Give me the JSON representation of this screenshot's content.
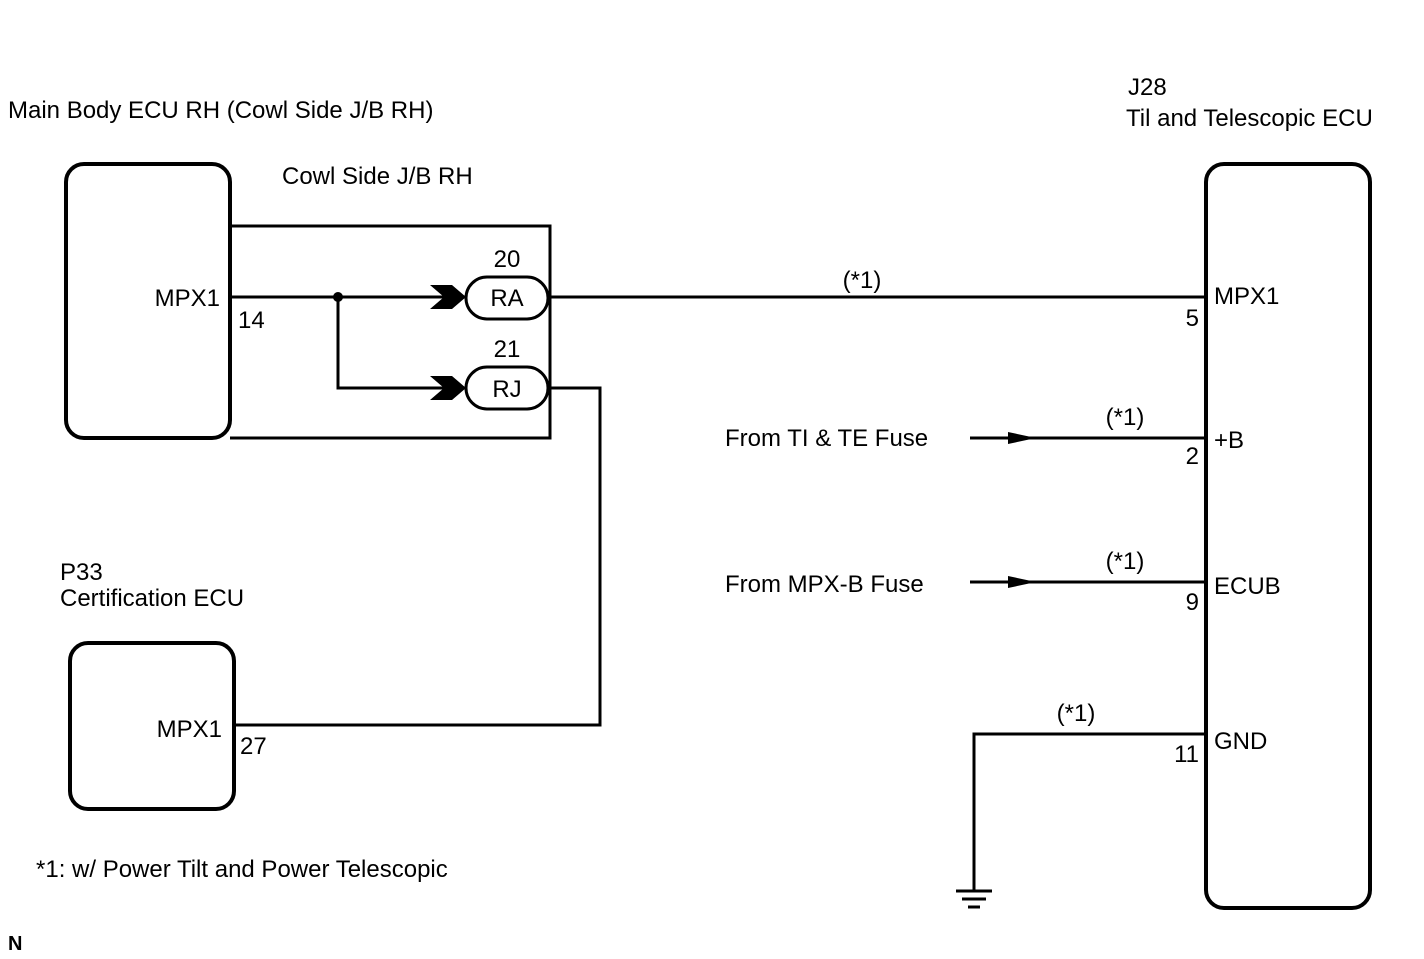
{
  "components": {
    "main_body_ecu": {
      "title": "Main Body ECU RH (Cowl Side J/B RH)",
      "terminal_name": "MPX1",
      "terminal_pin": "14"
    },
    "junction_block": {
      "title": "Cowl Side J/B RH",
      "connector_ra": "RA",
      "pin_ra": "20",
      "connector_rj": "RJ",
      "pin_rj": "21"
    },
    "certification_ecu": {
      "code": "P33",
      "name": "Certification ECU",
      "terminal_name": "MPX1",
      "terminal_pin": "27"
    },
    "tilt_ecu": {
      "code": "J28",
      "name": "Til and Telescopic ECU",
      "terminals": [
        {
          "name": "MPX1",
          "pin": "5"
        },
        {
          "name": "+B",
          "pin": "2"
        },
        {
          "name": "ECUB",
          "pin": "9"
        },
        {
          "name": "GND",
          "pin": "11"
        }
      ]
    }
  },
  "wires": {
    "mpx_note": "(*1)",
    "b_note": "(*1)",
    "ecub_note": "(*1)",
    "gnd_note": "(*1)"
  },
  "sources": {
    "tite_fuse": "From TI & TE Fuse",
    "mpxb_fuse": "From MPX-B Fuse"
  },
  "footnote": "*1: w/ Power Tilt and Power Telescopic",
  "corner_mark": "N"
}
